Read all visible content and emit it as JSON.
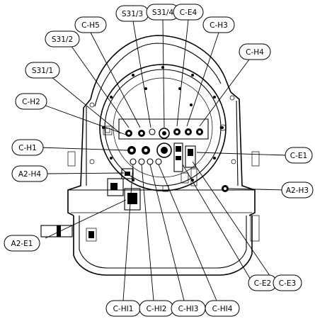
{
  "callouts": [
    {
      "id": "S31_3",
      "label": "S31/3"
    },
    {
      "id": "S31_4",
      "label": "S31/4"
    },
    {
      "id": "C_E4",
      "label": "C-E4"
    },
    {
      "id": "C_H5",
      "label": "C-H5"
    },
    {
      "id": "C_H3",
      "label": "C-H3"
    },
    {
      "id": "S31_2",
      "label": "S31/2"
    },
    {
      "id": "C_H4",
      "label": "C-H4"
    },
    {
      "id": "S31_1",
      "label": "S31/1"
    },
    {
      "id": "C_H2",
      "label": "C-H2"
    },
    {
      "id": "C_H1",
      "label": "C-H1"
    },
    {
      "id": "C_E1",
      "label": "C-E1"
    },
    {
      "id": "A2_H4",
      "label": "A2-H4"
    },
    {
      "id": "A2_H3",
      "label": "A2-H3"
    },
    {
      "id": "A2_E1",
      "label": "A2-E1"
    },
    {
      "id": "C_E2",
      "label": "C-E2"
    },
    {
      "id": "C_E3",
      "label": "C-E3"
    },
    {
      "id": "C_HI1",
      "label": "C-HI1"
    },
    {
      "id": "C_HI2",
      "label": "C-HI2"
    },
    {
      "id": "C_HI3",
      "label": "C-HI3"
    },
    {
      "id": "C_HI4",
      "label": "C-HI4"
    }
  ]
}
